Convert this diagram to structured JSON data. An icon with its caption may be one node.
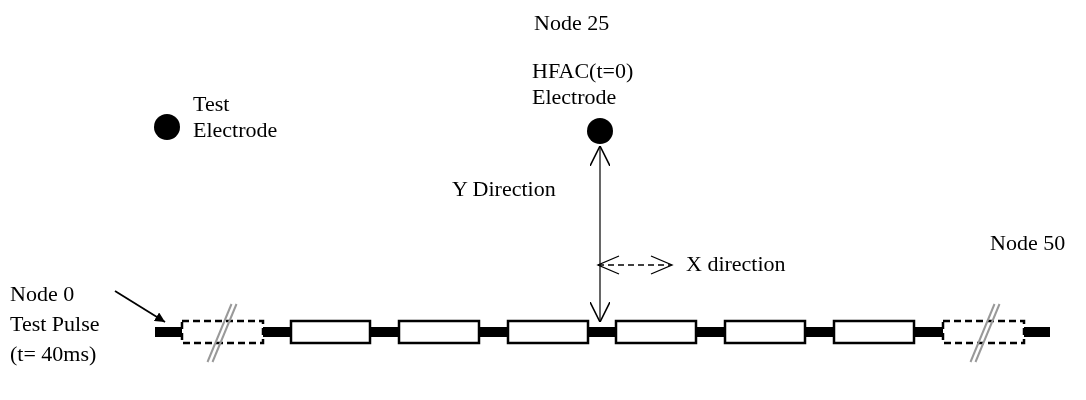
{
  "diagram": {
    "nodes": [
      {
        "text": [],
        "shape": "circle",
        "beside": [
          "Test Electrode"
        ]
      },
      {
        "text": [],
        "shape": "circle",
        "beside": [
          "Node 25",
          "HFAC(t=0) Electrode"
        ]
      },
      {
        "text": [
          "Node 0 Test Pulse (t= 40ms)"
        ]
      },
      {
        "text": [],
        "shape": "bar"
      }
    ],
    "edges": [
      {
        "from": 2,
        "to": 3,
        "arrow": "to"
      },
      {
        "from": 1,
        "to": 3,
        "arrow": "both",
        "label": "Y Direction"
      }
    ],
    "labels": [
      "X direction",
      "Node 50"
    ]
  }
}
